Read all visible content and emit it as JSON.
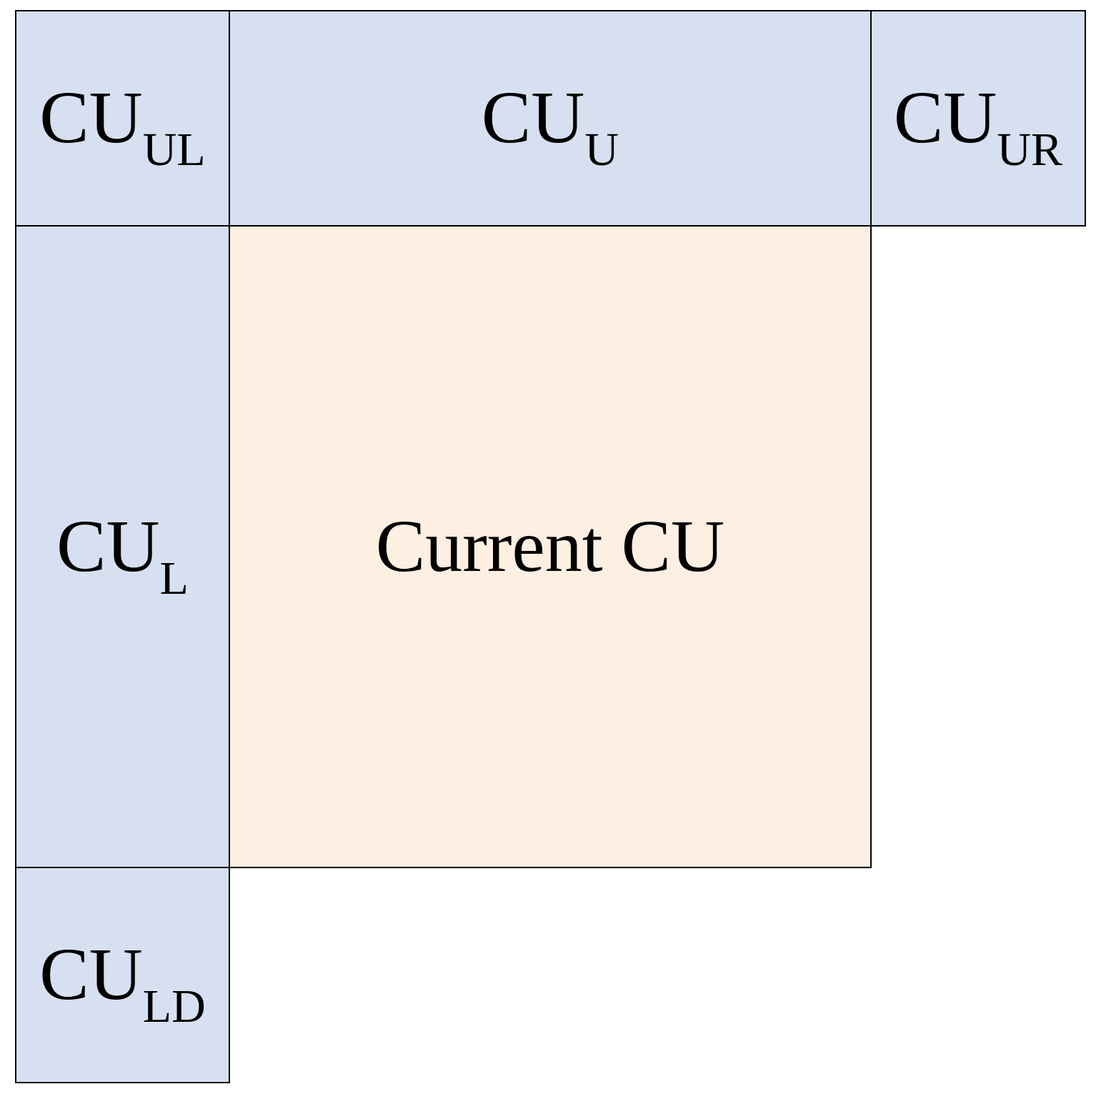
{
  "figure": {
    "description": "Spatial neighboring coding units around the current CU",
    "colors": {
      "neighbor_fill": "#D6E0F1",
      "current_fill": "#FDEFE1",
      "border": "#000000",
      "text": "#000000",
      "background": "#FFFFFF"
    },
    "cells": {
      "upper_left": {
        "base": "CU",
        "subscript": "UL"
      },
      "upper": {
        "base": "CU",
        "subscript": "U"
      },
      "upper_right": {
        "base": "CU",
        "subscript": "UR"
      },
      "left": {
        "base": "CU",
        "subscript": "L"
      },
      "lower_left": {
        "base": "CU",
        "subscript": "LD"
      },
      "current": {
        "label": "Current CU"
      }
    }
  }
}
